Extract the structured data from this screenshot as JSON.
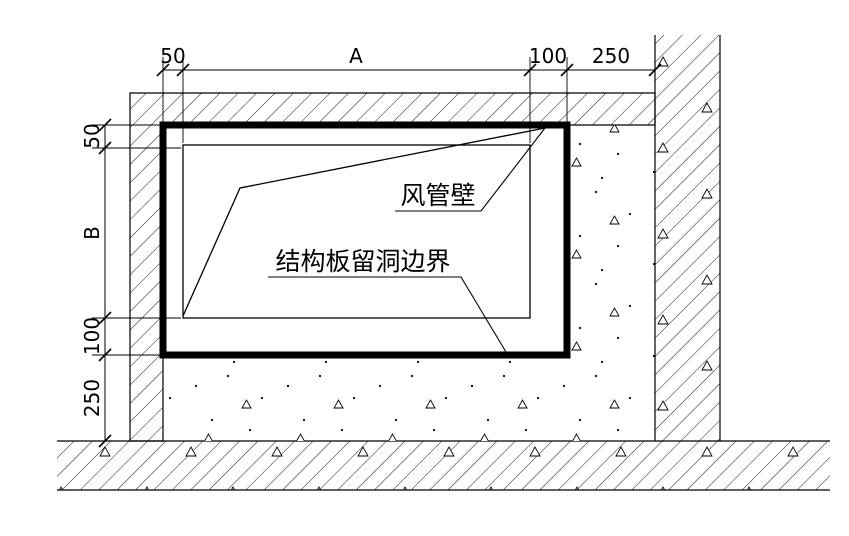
{
  "drawing": {
    "title": "duct-opening-through-slab-detail",
    "labels": {
      "duct_wall": "风管壁",
      "slab_opening": "结构板留洞边界"
    },
    "dims_top": [
      "50",
      "A",
      "100",
      "250"
    ],
    "dims_left": [
      "50",
      "B",
      "100",
      "250"
    ],
    "colors": {
      "line": "#000000",
      "background": "#ffffff"
    }
  }
}
